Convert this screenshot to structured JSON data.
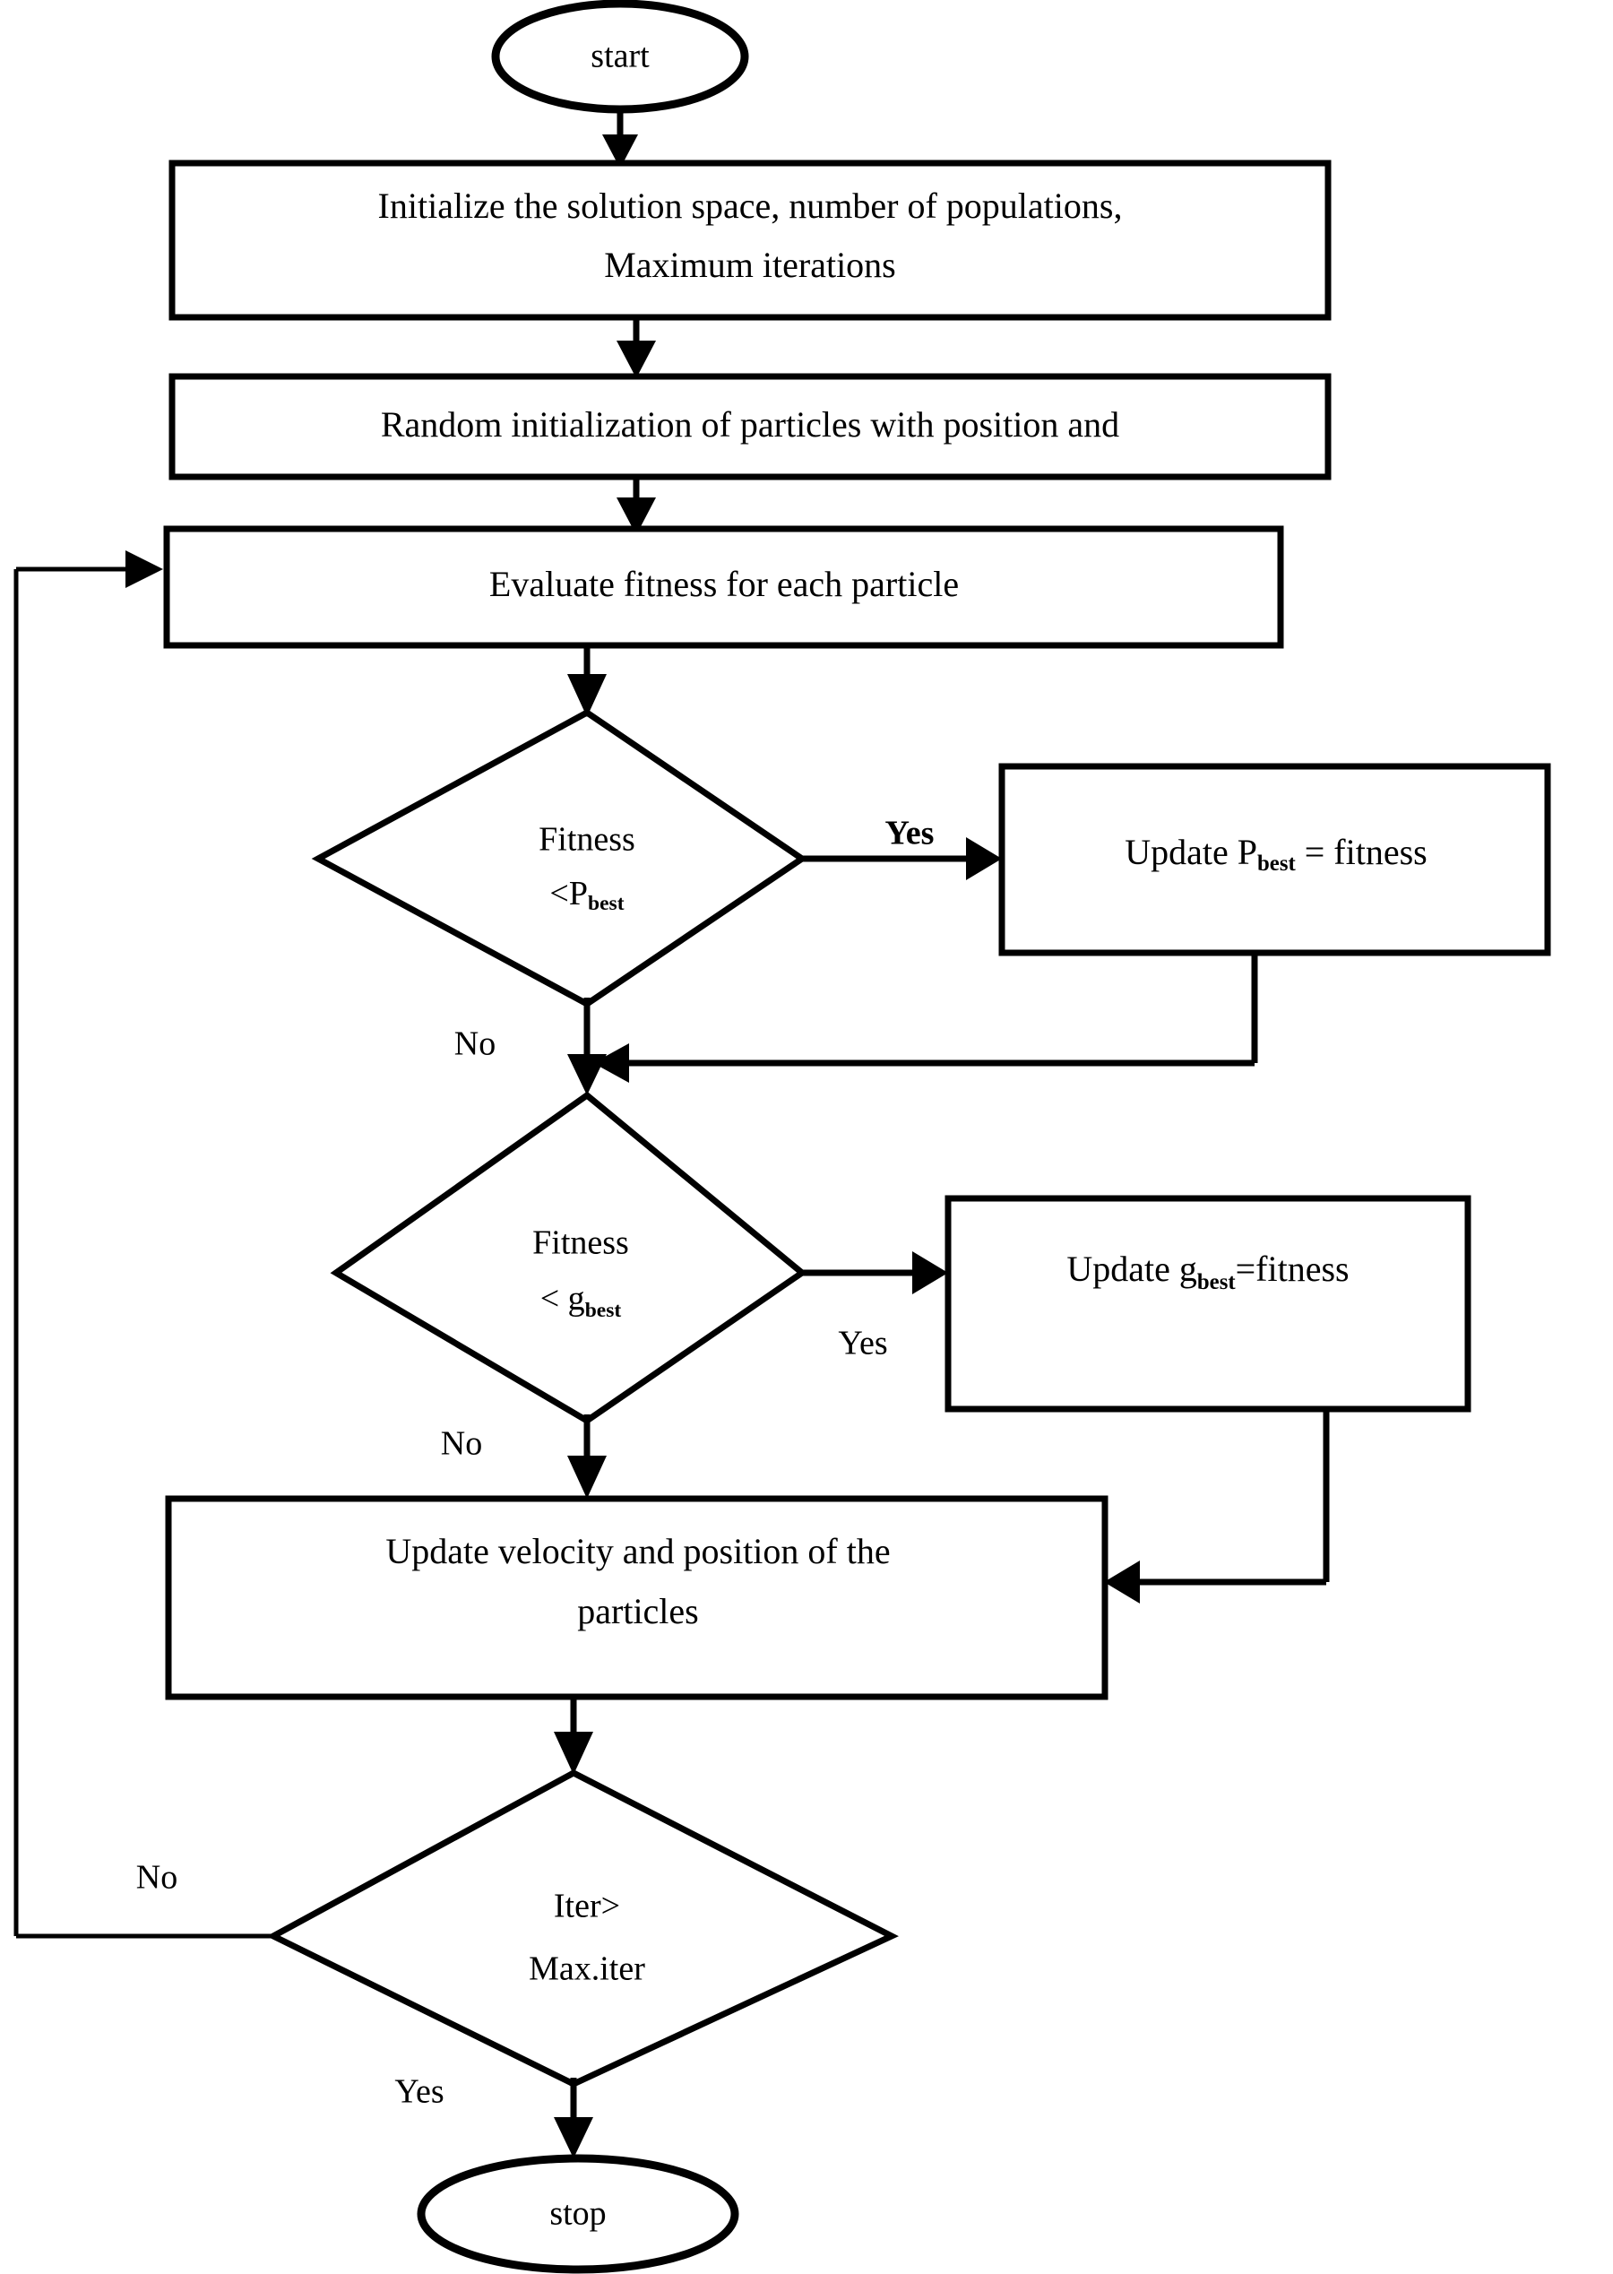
{
  "diagram": {
    "title": "Particle Swarm Optimization (PSO) flowchart",
    "colors": {
      "stroke": "#000000",
      "fill": "#ffffff",
      "text": "#000000"
    },
    "nodes": {
      "start": {
        "label": "start",
        "shape": "oval"
      },
      "init": {
        "line1": "Initialize the solution space, number of populations,",
        "line2": "Maximum iterations",
        "shape": "rectangle"
      },
      "random_init": {
        "line1": "Random initialization of particles with position and",
        "shape": "rectangle"
      },
      "evaluate": {
        "line1": "Evaluate fitness for each particle",
        "shape": "rectangle"
      },
      "decision_pbest": {
        "line1": "Fitness",
        "line2_pre": "<P",
        "line2_sub": "best",
        "shape": "diamond"
      },
      "update_pbest": {
        "pre": "Update P",
        "sub": "best",
        "post": " = fitness",
        "shape": "rectangle"
      },
      "decision_gbest": {
        "line1": "Fitness",
        "line2_pre": "< g",
        "line2_sub": "best",
        "shape": "diamond"
      },
      "update_gbest": {
        "pre": "Update g",
        "sub": "best",
        "post": "=fitness",
        "shape": "rectangle"
      },
      "update_velocity": {
        "line1": "Update velocity and position of the",
        "line2": "particles",
        "shape": "rectangle"
      },
      "decision_iter": {
        "line1": "Iter>",
        "line2": "Max.iter",
        "shape": "diamond"
      },
      "stop": {
        "label": "stop",
        "shape": "oval"
      }
    },
    "edge_labels": {
      "pbest_yes": "Yes",
      "pbest_no": "No",
      "gbest_yes": "Yes",
      "gbest_no": "No",
      "iter_no": "No",
      "iter_yes": "Yes"
    }
  }
}
